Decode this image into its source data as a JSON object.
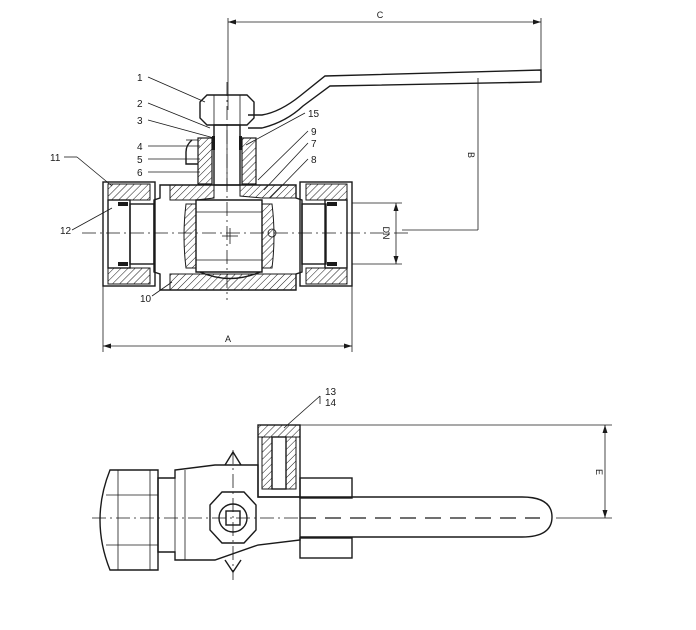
{
  "part_labels": {
    "p1": "1",
    "p2": "2",
    "p3": "3",
    "p4": "4",
    "p5": "5",
    "p6": "6",
    "p7": "7",
    "p8": "8",
    "p9": "9",
    "p10": "10",
    "p11": "11",
    "p12": "12",
    "p13": "13",
    "p14": "14",
    "p15": "15"
  },
  "dimensions": {
    "a": "A",
    "b": "B",
    "c": "C",
    "dn": "DN",
    "e": "E"
  },
  "colors": {
    "ink": "#1a1a1a",
    "paper": "#ffffff"
  }
}
